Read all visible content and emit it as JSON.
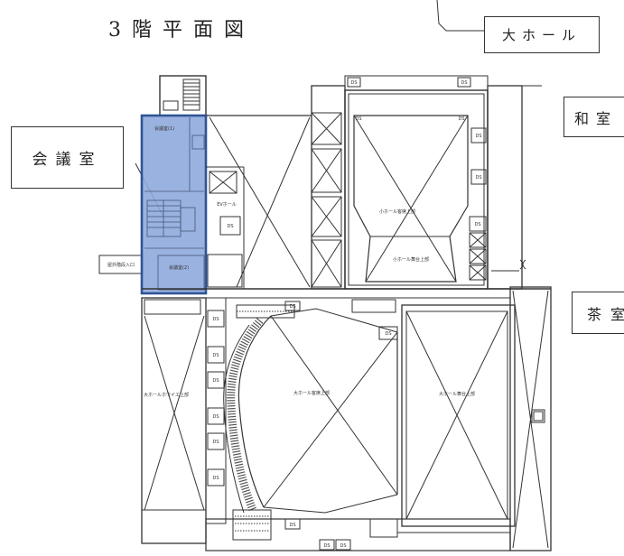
{
  "title": "3階平面図",
  "callouts": {
    "large_hall": "大ホール",
    "japanese_room": "和室",
    "meeting_room": "会議室",
    "tea_room": "茶室"
  },
  "plan_labels": {
    "ds": "DS",
    "meeting_room_1": "会議室(1)",
    "meeting_room_2": "会議室(2)",
    "ev_hall": "EVホール",
    "outdoor_stair_entrance": "屋外階段入口",
    "small_hall_upper": "小ホール客席上部",
    "small_hall_lower": "小ホール舞台上部",
    "large_hall_seats": "大ホール客席上部",
    "large_hall_stage": "大ホール舞台上部",
    "large_hall_foyer": "大ホールホワイエ上部"
  },
  "colors": {
    "highlight_fill": "#8faadc",
    "highlight_border": "#2f5496",
    "line": "#333333"
  }
}
